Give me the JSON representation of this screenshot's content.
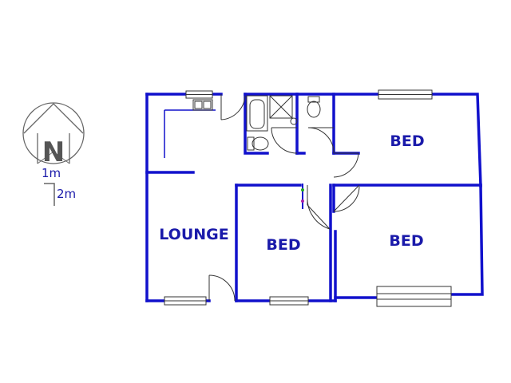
{
  "compass": {
    "letter": "N"
  },
  "scale": {
    "label_1": "1m",
    "label_2": "2m"
  },
  "rooms": {
    "lounge": "LOUNGE",
    "bed_center": "BED",
    "bed_top_right": "BED",
    "bed_bottom_right": "BED"
  },
  "colors": {
    "wall": "#1111cc",
    "fixture": "#333333",
    "label": "#1a1aaa",
    "compass": "#666666"
  }
}
